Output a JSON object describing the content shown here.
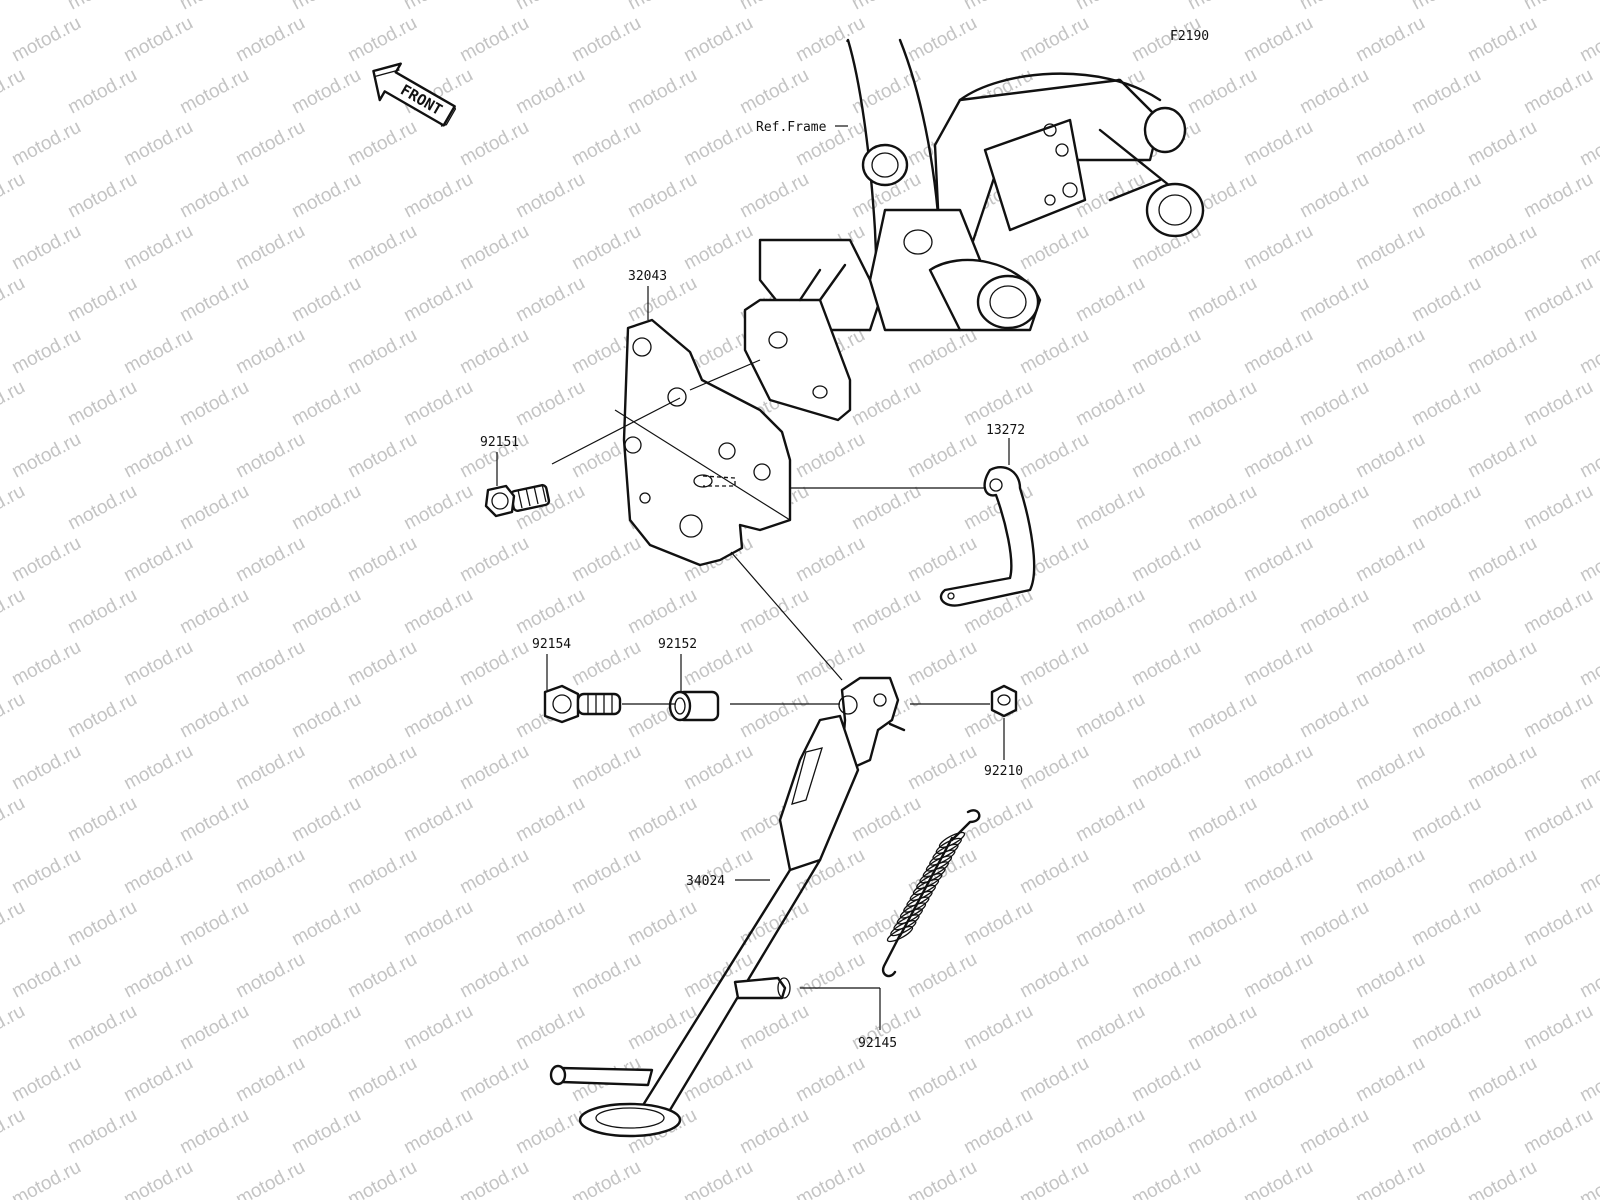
{
  "figure_code": "F2190",
  "watermark": "motod.ru",
  "front_arrow": {
    "label": "FRONT",
    "icon": "front-direction-arrow-icon"
  },
  "reference_label": "Ref.Frame",
  "callouts": [
    {
      "id": "32043",
      "label": "32043"
    },
    {
      "id": "92151",
      "label": "92151"
    },
    {
      "id": "13272",
      "label": "13272"
    },
    {
      "id": "92154",
      "label": "92154"
    },
    {
      "id": "92152",
      "label": "92152"
    },
    {
      "id": "92210",
      "label": "92210"
    },
    {
      "id": "34024",
      "label": "34024"
    },
    {
      "id": "92145",
      "label": "92145"
    }
  ],
  "colors": {
    "line": "#111111",
    "watermark": "#c4c4c4",
    "background": "#ffffff"
  }
}
